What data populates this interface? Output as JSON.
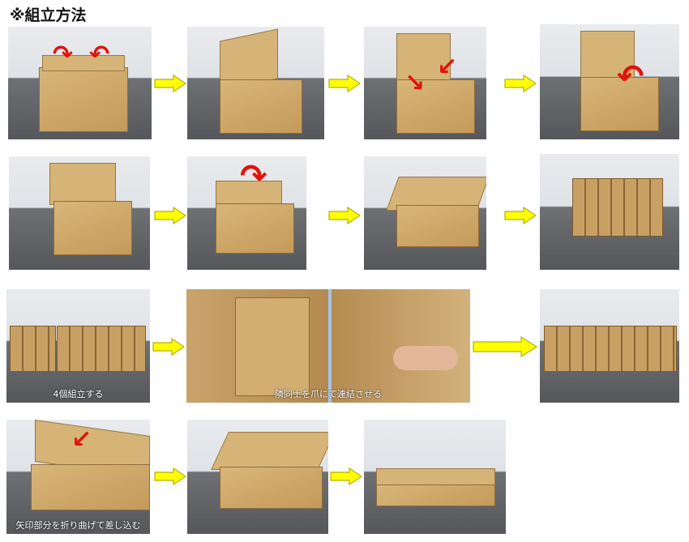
{
  "title": "※組立方法",
  "captions": {
    "assemble_four": "4個組立する",
    "connect": "隣同士を爪にて連結させる",
    "fold_insert": "矢印部分を折り曲げて差し込む"
  },
  "colors": {
    "arrow_fill": "#ffff00",
    "arrow_stroke": "#b8b000",
    "red_arrow": "#e0140c",
    "cardboard": "#cfa86a"
  }
}
